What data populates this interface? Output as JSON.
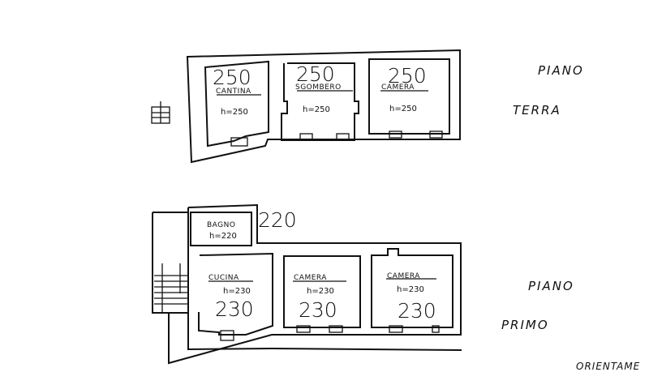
{
  "ground_floor": {
    "title_line1": "PIANO",
    "title_line2": "TERRA",
    "rooms": [
      {
        "name": "CANTINA",
        "height": "h=250",
        "number": "250"
      },
      {
        "name": "SGOMBERO",
        "height": "h=250",
        "number": "250"
      },
      {
        "name": "CAMERA",
        "height": "h=250",
        "number": "250"
      }
    ]
  },
  "first_floor": {
    "title_line1": "PIANO",
    "title_line2": "PRIMO",
    "bathroom": {
      "name": "BAGNO",
      "height": "h=220",
      "number": "220"
    },
    "rooms": [
      {
        "name": "CUCINA",
        "height": "h=230",
        "number": "230"
      },
      {
        "name": "CAMERA",
        "height": "h=230",
        "number": "230"
      },
      {
        "name": "CAMERA",
        "height": "h=230",
        "number": "230"
      }
    ]
  },
  "orientation_label": "ORIENTAME"
}
